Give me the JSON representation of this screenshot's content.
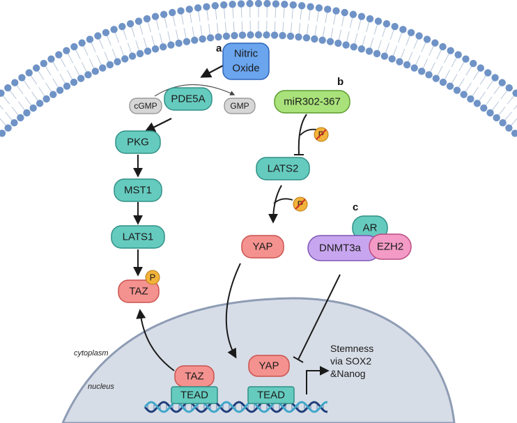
{
  "panels": {
    "a": "a",
    "b": "b",
    "c": "c"
  },
  "regions": {
    "cytoplasm": "cytoplasm",
    "nucleus": "nucleus"
  },
  "nodes": {
    "nitric_oxide_line1": "Nitric",
    "nitric_oxide_line2": "Oxide",
    "pde5a": "PDE5A",
    "cgmp": "cGMP",
    "gmp": "GMP",
    "pkg": "PKG",
    "mst1": "MST1",
    "lats1": "LATS1",
    "taz_cyto": "TAZ",
    "phospho": "P",
    "mir": "miR302-367",
    "lats2": "LATS2",
    "yap_cyto": "YAP",
    "ar": "AR",
    "dnmt3a": "DNMT3a",
    "ezh2": "EZH2",
    "taz_nuc": "TAZ",
    "tead_left": "TEAD",
    "yap_nuc": "YAP",
    "tead_right": "TEAD"
  },
  "output": {
    "line1": "Stemness",
    "line2": "via SOX2",
    "line3": "&Nanog"
  },
  "colors": {
    "teal": "#66cbbf",
    "teal_stroke": "#2f8f86",
    "red": "#f4928f",
    "red_stroke": "#c9524e",
    "blue": "#6aa5ee",
    "blue_stroke": "#2e65b8",
    "green": "#a9e27a",
    "green_stroke": "#5b9b2e",
    "purple": "#c8a6ef",
    "purple_stroke": "#7b55b3",
    "pink": "#f39bc6",
    "pink_stroke": "#b94a80",
    "gray": "#d6d6d6",
    "nucleus": "#d7dde7",
    "membrane_head": "#6f93c6",
    "phospho": "#f3b33a"
  }
}
